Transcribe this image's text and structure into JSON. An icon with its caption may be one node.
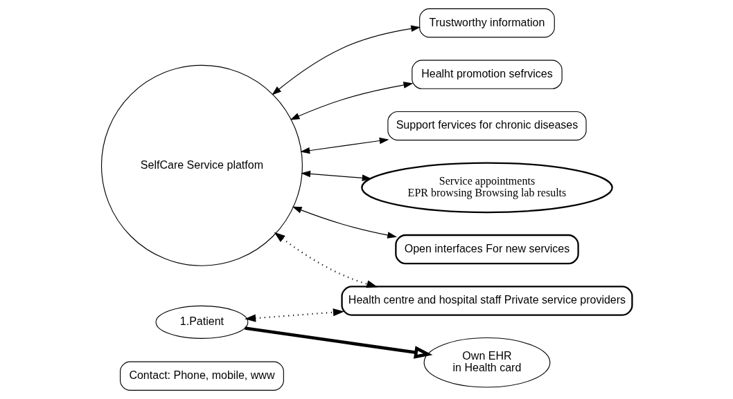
{
  "diagram": {
    "nodes": [
      {
        "text": [
          "Contact: Phone, mobile, www"
        ]
      },
      {
        "text": [
          "Trustworthy information"
        ]
      },
      {
        "text": [
          "Healht promotion sefrvices"
        ]
      },
      {
        "text": [
          "Support fervices for chronic diseases"
        ]
      },
      {
        "text": [
          "1.Patient"
        ]
      },
      {
        "text": [
          "Own EHR",
          "in Health card"
        ]
      },
      {
        "text": [
          "SelfCare Service platfom"
        ]
      },
      {
        "text": [
          "Service appointments",
          "EPR browsing Browsing lab results"
        ]
      },
      {
        "text": [
          "Health centre and hospital staff Private service providers"
        ]
      },
      {
        "text": [
          "Open interfaces For new services"
        ]
      }
    ],
    "edges": [
      {
        "from": 4,
        "to": 5,
        "arrow": "to",
        "style": "thick"
      },
      {
        "from": 6,
        "to": 1,
        "arrow": "both"
      },
      {
        "from": 6,
        "to": 2,
        "arrow": "both"
      },
      {
        "from": 6,
        "to": 3,
        "arrow": "both"
      },
      {
        "from": 6,
        "to": 7,
        "arrow": "both"
      },
      {
        "from": 6,
        "to": 9,
        "arrow": "both"
      },
      {
        "from": 6,
        "to": 8,
        "arrow": "both",
        "style": "dashed"
      },
      {
        "from": 4,
        "to": 8,
        "arrow": "both",
        "style": "dashed"
      }
    ]
  }
}
